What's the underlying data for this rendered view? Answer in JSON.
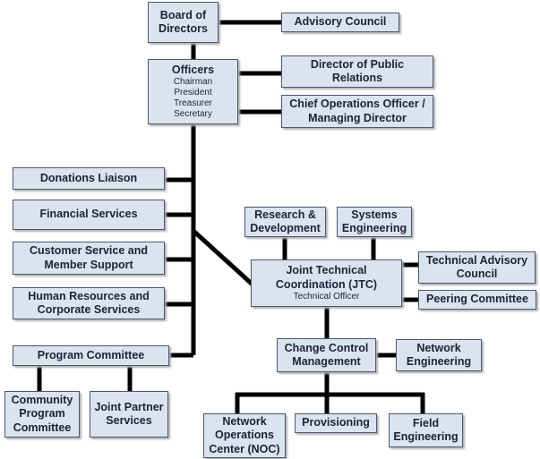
{
  "nodes": {
    "board": {
      "line1": "Board of",
      "line2": "Directors"
    },
    "advisory": {
      "label": "Advisory Council"
    },
    "officers": {
      "title": "Officers",
      "roles": [
        "Chairman",
        "President",
        "Treasurer",
        "Secretary"
      ]
    },
    "pr": {
      "line1": "Director of Public",
      "line2": "Relations"
    },
    "coo": {
      "line1": "Chief Operations Officer /",
      "line2": "Managing Director"
    },
    "donations": {
      "label": "Donations Liaison"
    },
    "financial": {
      "label": "Financial Services"
    },
    "customer": {
      "line1": "Customer Service and",
      "line2": "Member Support"
    },
    "hr": {
      "line1": "Human Resources and",
      "line2": "Corporate Services"
    },
    "program": {
      "label": "Program Committee"
    },
    "community": {
      "line1": "Community",
      "line2": "Program",
      "line3": "Committee"
    },
    "joint_partner": {
      "line1": "Joint Partner",
      "line2": "Services"
    },
    "research": {
      "line1": "Research &",
      "line2": "Development"
    },
    "systems": {
      "line1": "Systems",
      "line2": "Engineering"
    },
    "jtc": {
      "line1": "Joint Technical",
      "line2": "Coordination (JTC)",
      "sub": "Technical Officer"
    },
    "tac": {
      "line1": "Technical Advisory",
      "line2": "Council"
    },
    "peering": {
      "label": "Peering Committee"
    },
    "ccm": {
      "line1": "Change Control",
      "line2": "Management"
    },
    "neteng": {
      "line1": "Network",
      "line2": "Engineering"
    },
    "noc": {
      "line1": "Network",
      "line2": "Operations",
      "line3": "Center (NOC)"
    },
    "provisioning": {
      "label": "Provisioning"
    },
    "field": {
      "line1": "Field",
      "line2": "Engineering"
    }
  }
}
